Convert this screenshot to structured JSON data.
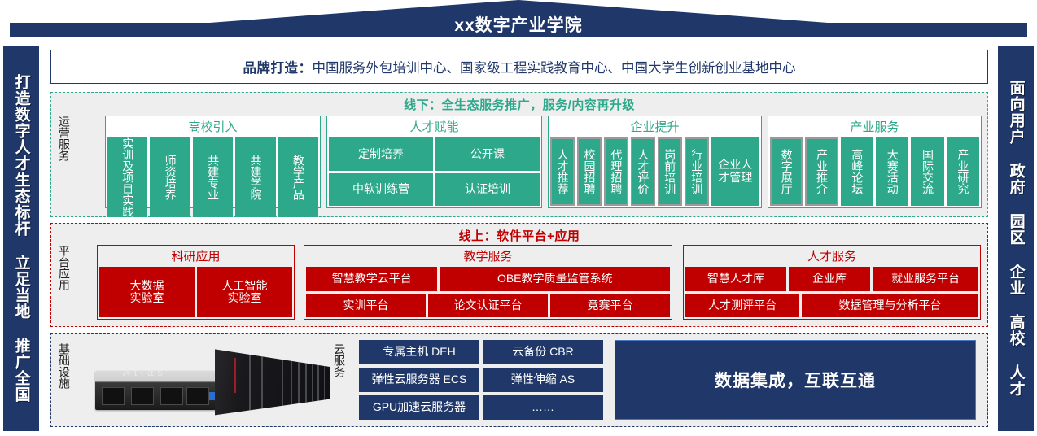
{
  "header": {
    "title": "xx数字产业学院"
  },
  "pillars": {
    "left": {
      "text": "打造数字人才生态标杆 立足当地 推广全国"
    },
    "right": {
      "text": "面向用户 政府 园区 企业 高校 人才"
    }
  },
  "brand": {
    "prefix": "品牌打造：",
    "body": "中国服务外包培训中心、国家级工程实践教育中心、中国大学生创新创业基地中心"
  },
  "colors": {
    "navy": "#20376a",
    "teal": "#2ea88a",
    "red": "#c00000",
    "panel": "#eeeeee"
  },
  "sections": [
    {
      "id": "operations",
      "side_label": "运营服务",
      "heading": "线下：全生态服务推广，服务/内容再升级",
      "accent": "#2ea88a",
      "groups": [
        {
          "title": "高校引入",
          "layout": "vertical-chips",
          "chips": [
            {
              "label": "实训及项目实践",
              "ring": false
            },
            {
              "label": "师资培养",
              "ring": false
            },
            {
              "label": "共建专业",
              "ring": false
            },
            {
              "label": "共建学院",
              "ring": false
            },
            {
              "label": "教学产品",
              "ring": false
            }
          ]
        },
        {
          "title": "人才赋能",
          "layout": "grid-2x2",
          "chips": [
            {
              "label": "定制培养"
            },
            {
              "label": "公开课"
            },
            {
              "label": "中软训练营"
            },
            {
              "label": "认证培训"
            }
          ]
        },
        {
          "title": "企业提升",
          "layout": "vertical-chips",
          "chips": [
            {
              "label": "人才推荐",
              "ring": true
            },
            {
              "label": "校园招聘",
              "ring": true
            },
            {
              "label": "代理招聘",
              "ring": true
            },
            {
              "label": "人才评价",
              "ring": true
            },
            {
              "label": "岗前培训",
              "ring": true
            },
            {
              "label": "行业培训",
              "ring": true
            },
            {
              "label": "企业人才管理",
              "ring": false,
              "wide": true
            }
          ]
        },
        {
          "title": "产业服务",
          "layout": "vertical-chips",
          "chips": [
            {
              "label": "数字展厅",
              "ring": true
            },
            {
              "label": "产业推介",
              "ring": true
            },
            {
              "label": "高峰论坛",
              "ring": false
            },
            {
              "label": "大赛活动",
              "ring": false
            },
            {
              "label": "国际交流",
              "ring": false
            },
            {
              "label": "产业研究",
              "ring": false
            }
          ]
        }
      ]
    },
    {
      "id": "platform",
      "side_label": "平台应用",
      "heading": "线上：软件平台+应用",
      "accent": "#c00000",
      "groups": [
        {
          "title": "科研应用",
          "layout": "row",
          "chips": [
            {
              "label": "大数据\n实验室"
            },
            {
              "label": "人工智能\n实验室"
            }
          ]
        },
        {
          "title": "教学服务",
          "layout": "rows",
          "rows": [
            [
              {
                "label": "智慧教学云平台",
                "flex": 1
              },
              {
                "label": "OBE教学质量监管系统",
                "flex": 1.75
              }
            ],
            [
              {
                "label": "实训平台",
                "flex": 1
              },
              {
                "label": "论文认证平台",
                "flex": 1
              },
              {
                "label": "竞赛平台",
                "flex": 1
              }
            ]
          ]
        },
        {
          "title": "人才服务",
          "layout": "rows",
          "rows": [
            [
              {
                "label": "智慧人才库",
                "flex": 1.05
              },
              {
                "label": "企业库",
                "flex": 0.85
              },
              {
                "label": "就业服务平台",
                "flex": 1.1
              }
            ],
            [
              {
                "label": "人才测评平台",
                "flex": 1
              },
              {
                "label": "数据管理与分析平台",
                "flex": 1.55
              }
            ]
          ]
        }
      ]
    },
    {
      "id": "infrastructure",
      "side_label": "基础设施",
      "heading": "",
      "accent": "#20376a",
      "cloud_label": "云服务",
      "cloud_services": [
        "专属主机 DEH",
        "云备份 CBR",
        "弹性云服务器 ECS",
        "弹性伸缩 AS",
        "GPU加速云服务器",
        "……"
      ],
      "data_banner": "数据集成，互联互通",
      "hardware": [
        {
          "name": "rack-server-icon",
          "label": ""
        },
        {
          "name": "atlas-cluster-icon",
          "label": "Atlas"
        }
      ]
    }
  ]
}
